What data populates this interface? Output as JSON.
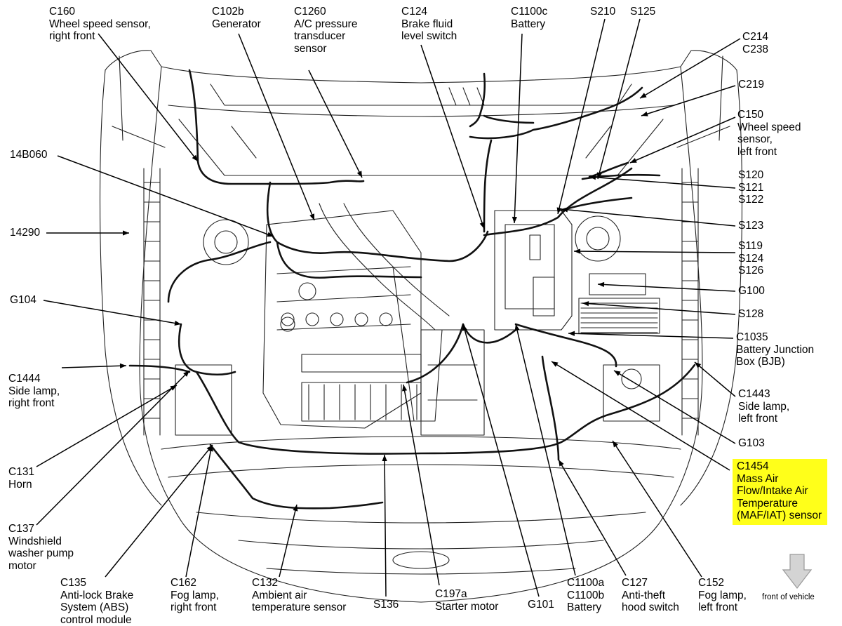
{
  "callouts": [
    {
      "id": "C160",
      "lines": [
        "C160",
        "Wheel speed sensor,",
        "right front"
      ]
    },
    {
      "id": "C102b",
      "lines": [
        "C102b",
        "Generator"
      ]
    },
    {
      "id": "C1260",
      "lines": [
        "C1260",
        "A/C pressure",
        "transducer",
        "sensor"
      ]
    },
    {
      "id": "C124",
      "lines": [
        "C124",
        "Brake fluid",
        "level switch"
      ]
    },
    {
      "id": "C1100c",
      "lines": [
        "C1100c",
        "Battery"
      ]
    },
    {
      "id": "S210",
      "lines": [
        "S210"
      ]
    },
    {
      "id": "S125",
      "lines": [
        "S125"
      ]
    },
    {
      "id": "C214",
      "lines": [
        "C214",
        "C238"
      ]
    },
    {
      "id": "C219",
      "lines": [
        "C219"
      ]
    },
    {
      "id": "C150",
      "lines": [
        "C150",
        "Wheel speed",
        "sensor,",
        "left front"
      ]
    },
    {
      "id": "S120",
      "lines": [
        "S120",
        "S121",
        "S122"
      ]
    },
    {
      "id": "S123",
      "lines": [
        "S123"
      ]
    },
    {
      "id": "S119",
      "lines": [
        "S119",
        "S124",
        "S126"
      ]
    },
    {
      "id": "G100",
      "lines": [
        "G100"
      ]
    },
    {
      "id": "S128",
      "lines": [
        "S128"
      ]
    },
    {
      "id": "C1035",
      "lines": [
        "C1035",
        "Battery Junction",
        "Box (BJB)"
      ]
    },
    {
      "id": "C1443",
      "lines": [
        "C1443",
        "Side lamp,",
        "left front"
      ]
    },
    {
      "id": "G103",
      "lines": [
        "G103"
      ]
    },
    {
      "id": "C1454",
      "lines": [
        "C1454",
        "Mass Air",
        "Flow/Intake Air",
        "Temperature",
        "(MAF/IAT) sensor"
      ],
      "highlight": true
    },
    {
      "id": "14B060",
      "lines": [
        "14B060"
      ]
    },
    {
      "id": "14290",
      "lines": [
        "14290"
      ]
    },
    {
      "id": "G104",
      "lines": [
        "G104"
      ]
    },
    {
      "id": "C1444",
      "lines": [
        "C1444",
        "Side lamp,",
        "right front"
      ]
    },
    {
      "id": "C131",
      "lines": [
        "C131",
        "Horn"
      ]
    },
    {
      "id": "C137",
      "lines": [
        "C137",
        "Windshield",
        "washer pump",
        "motor"
      ]
    },
    {
      "id": "C135",
      "lines": [
        "C135",
        "Anti-lock Brake",
        "System (ABS)",
        "control module"
      ]
    },
    {
      "id": "C162",
      "lines": [
        "C162",
        "Fog lamp,",
        "right front"
      ]
    },
    {
      "id": "C132",
      "lines": [
        "C132",
        "Ambient air",
        "temperature sensor"
      ]
    },
    {
      "id": "S136",
      "lines": [
        "S136"
      ]
    },
    {
      "id": "C197a",
      "lines": [
        "C197a",
        "Starter motor"
      ]
    },
    {
      "id": "G101",
      "lines": [
        "G101"
      ]
    },
    {
      "id": "C1100a",
      "lines": [
        "C1100a",
        "C1100b",
        "Battery"
      ]
    },
    {
      "id": "C127",
      "lines": [
        "C127",
        "Anti-theft",
        "hood switch"
      ]
    },
    {
      "id": "C152",
      "lines": [
        "C152",
        "Fog lamp,",
        "left front"
      ]
    }
  ],
  "front_indicator": "front of vehicle",
  "colors": {
    "line": "#000000",
    "highlight": "#ffff1a",
    "arrow": "#d4d4d4",
    "arrow_stroke": "#9a9a9a"
  }
}
